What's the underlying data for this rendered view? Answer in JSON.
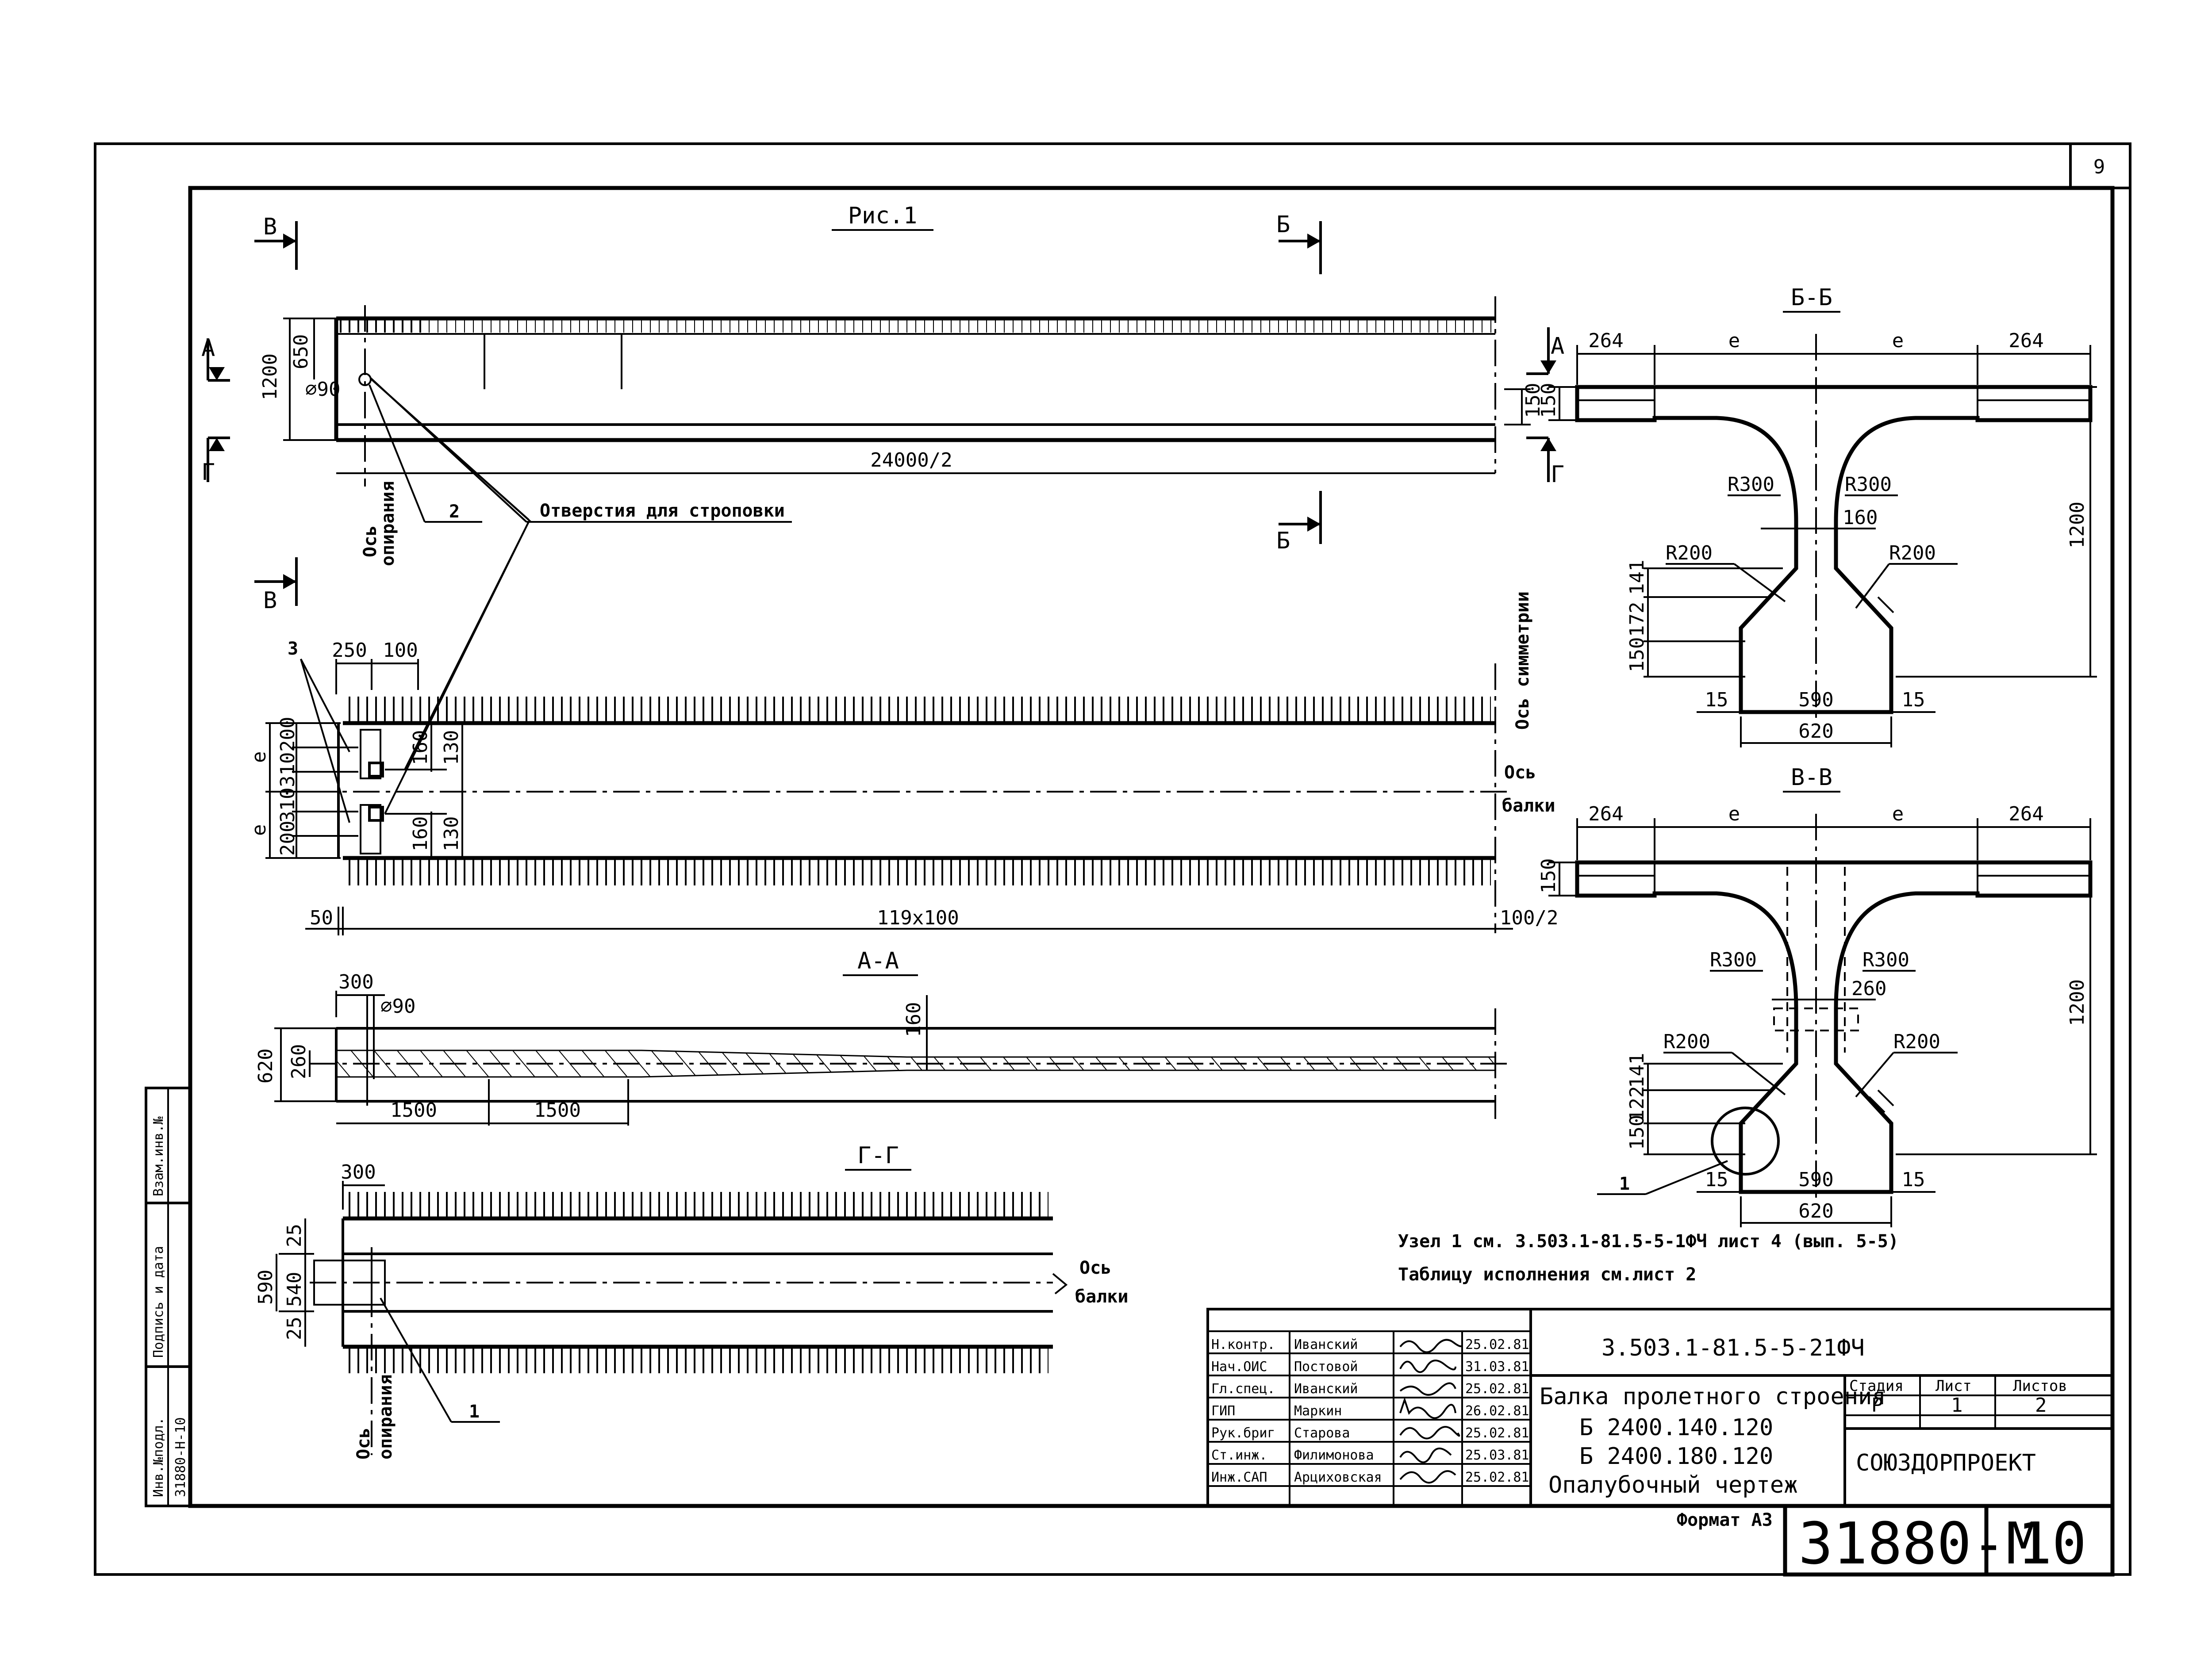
{
  "sheet": {
    "corner_sheet": "9",
    "doc_code": "3.503.1-81.5-5-21ФЧ",
    "title_lines": [
      "Балка пролетного строения",
      "Б 2400.140.120",
      "Б 2400.180.120",
      "Опалубочный чертеж"
    ],
    "headers": {
      "stage": "Стадия",
      "sheet": "Лист",
      "sheets": "Листов"
    },
    "values": {
      "stage": "Р",
      "sheet": "1",
      "sheets": "2"
    },
    "org": "СОЮЗДОРПРОЕКТ",
    "format": "Формат А3",
    "archive": "31880-М",
    "page": "10"
  },
  "signatures": [
    {
      "role": "Н.контр.",
      "name": "Иванский",
      "date": "25.02.81"
    },
    {
      "role": "Нач.ОИС",
      "name": "Постовой",
      "date": "31.03.81"
    },
    {
      "role": "Гл.спец.",
      "name": "Иванский",
      "date": "25.02.81"
    },
    {
      "role": "ГИП",
      "name": "Маркин",
      "date": "26.02.81"
    },
    {
      "role": "Рук.бриг",
      "name": "Старова",
      "date": "25.02.81"
    },
    {
      "role": "Ст.инж.",
      "name": "Филимонова",
      "date": "25.03.81"
    },
    {
      "role": "Инж.САП",
      "name": "Арциховская",
      "date": "25.02.81"
    }
  ],
  "side_stamp": {
    "inv_label": "Инв.№подл.",
    "inv_value": "31880-Н-10",
    "sign_label": "Подпись и дата",
    "replace_label": "Взам.инв.№"
  },
  "fig1": {
    "title": "Рис.1",
    "mark_v": "В",
    "mark_b": "Б",
    "mark_a": "А",
    "mark_g": "Г",
    "dim_1200": "1200",
    "dim_650": "650",
    "dim_d90": "⌀90",
    "dim_150": "150",
    "dim_span": "24000/2",
    "axis_support": [
      "Ось",
      "опирания"
    ],
    "callout_2": "2",
    "holes": "Отверстия для строповки"
  },
  "plan": {
    "callout_3": "3",
    "dim_250": "250",
    "dim_100": "100",
    "left_dims": [
      "e",
      "200",
      "310",
      "310",
      "200",
      "e"
    ],
    "dim_160": "160",
    "dim_130": "130",
    "sym_axis": "Ось симметрии",
    "beam_axis": [
      "Ось",
      "балки"
    ],
    "dim_50": "50",
    "dim_pitch": "119x100",
    "dim_half": "100/2"
  },
  "sec_aa": {
    "title": "А-А",
    "dim_300": "300",
    "dim_d90": "⌀90",
    "dim_160": "160",
    "dim_620": "620",
    "dim_260": "260",
    "dim_1500a": "1500",
    "dim_1500b": "1500"
  },
  "sec_gg": {
    "title": "Г-Г",
    "dim_300": "300",
    "dims_v": [
      "25",
      "540",
      "25"
    ],
    "dim_590": "590",
    "beam_axis": [
      "Ось",
      "балки"
    ],
    "axis_support": [
      "Ось",
      "опирания"
    ],
    "callout_1": "1"
  },
  "sec_bb": {
    "title": "Б-Б",
    "top_dims": [
      "264",
      "e",
      "e",
      "264"
    ],
    "dim_150": "150",
    "dim_1200": "1200",
    "r300": "R300",
    "dim_160": "160",
    "r200": "R200",
    "left_dims": [
      "141",
      "172",
      "150"
    ],
    "bot_dims": [
      "15",
      "590",
      "15"
    ],
    "dim_620": "620"
  },
  "sec_vv": {
    "title": "В-В",
    "top_dims": [
      "264",
      "e",
      "e",
      "264"
    ],
    "dim_150": "150",
    "dim_1200": "1200",
    "r300": "R300",
    "dim_260": "260",
    "r200": "R200",
    "left_dims": [
      "141",
      "122",
      "150"
    ],
    "bot_dims": [
      "15",
      "590",
      "15"
    ],
    "dim_620": "620",
    "callout_1": "1"
  },
  "notes": [
    "Узел 1 см. 3.503.1-81.5-5-1ФЧ лист 4 (вып. 5-5)",
    "Таблицу исполнения см.лист 2"
  ]
}
